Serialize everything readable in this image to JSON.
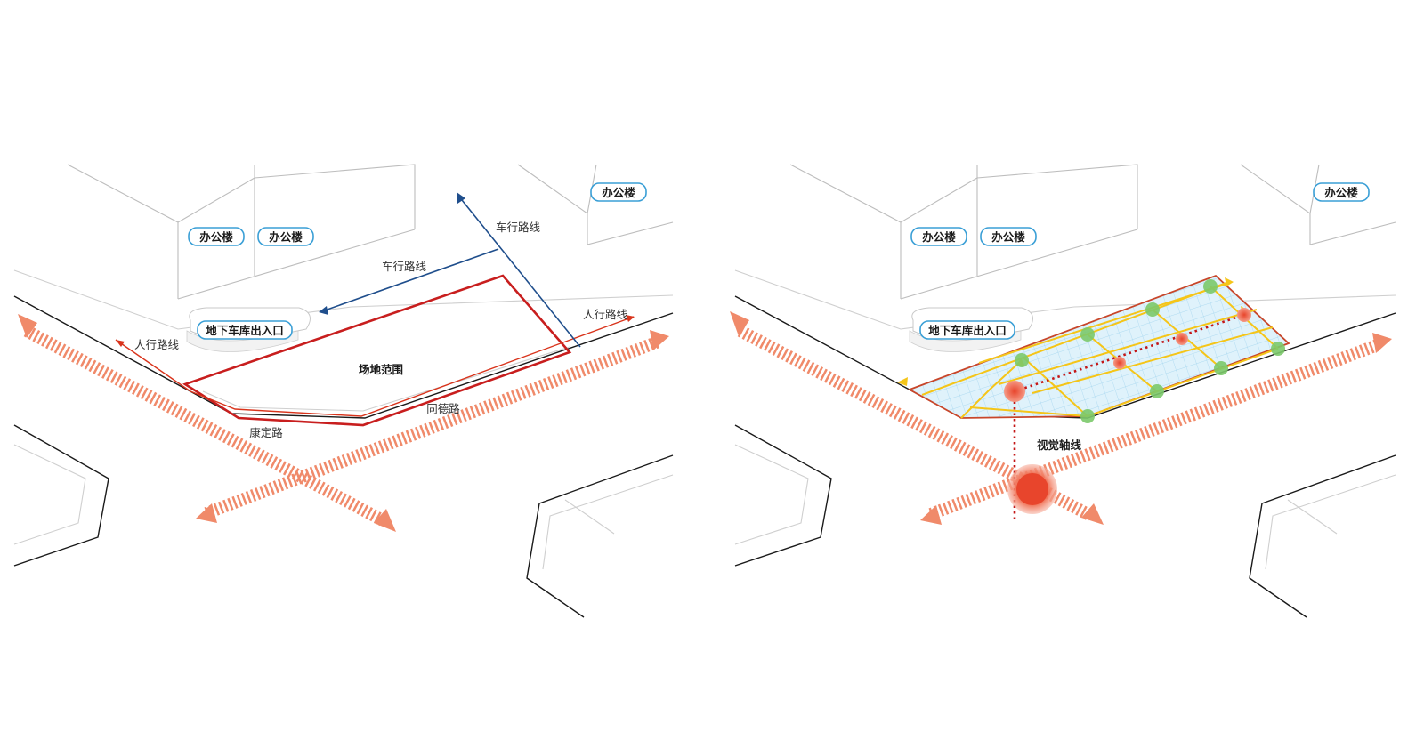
{
  "diagram": {
    "left_panel": {
      "buildings": [
        "办公楼",
        "办公楼",
        "办公楼"
      ],
      "garage_entrance": "地下车库出入口",
      "site_label": "场地范围",
      "vehicle_route_1": "车行路线",
      "vehicle_route_2": "车行路线",
      "pedestrian_route_1": "人行路线",
      "pedestrian_route_2": "人行路线",
      "road_1": "康定路",
      "road_2": "同德路"
    },
    "right_panel": {
      "buildings": [
        "办公楼",
        "办公楼",
        "办公楼"
      ],
      "garage_entrance": "地下车库出入口",
      "visual_axis": "视觉轴线"
    },
    "colors": {
      "vehicle_route": "#1f4e8c",
      "pedestrian_route": "#d9341c",
      "site_boundary": "#c81e1e",
      "street_flow_arrow": "#f08a6a",
      "label_pill_border": "#3a9fd6",
      "grid_fill": "#dff2fb",
      "yellow_path": "#f5c518",
      "green_node": "#7cc96b",
      "red_node": "#e8452c"
    }
  }
}
